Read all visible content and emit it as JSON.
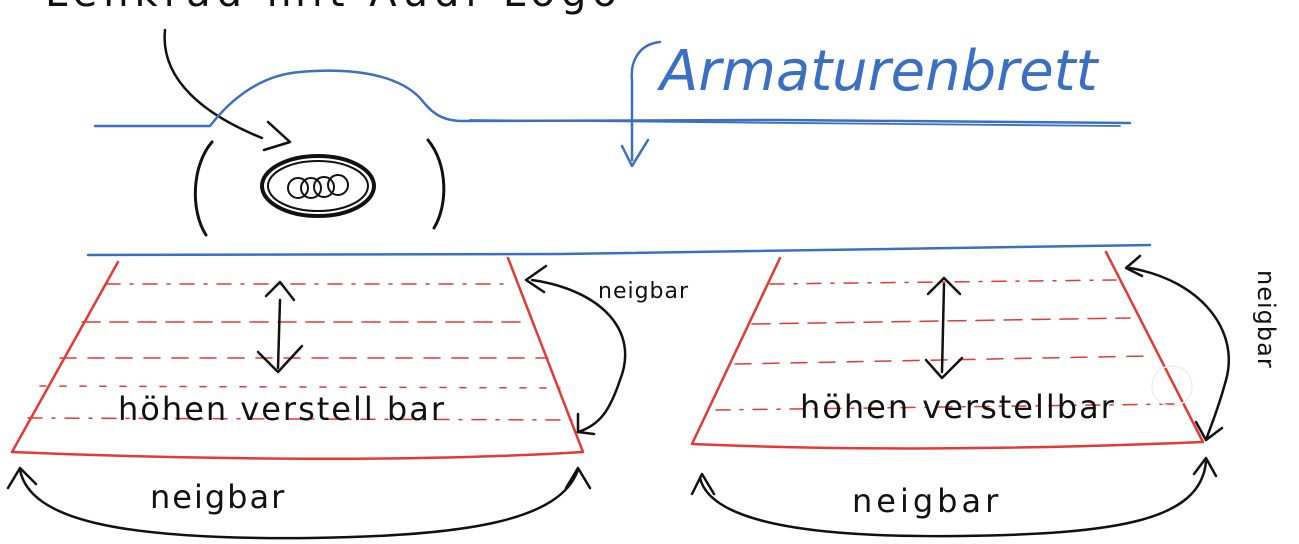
{
  "colors": {
    "ink": "#111111",
    "blue": "#3a6fc4",
    "red": "#e53935",
    "background": "#ffffff"
  },
  "labels": {
    "top_partial": "Lenkrad mit Audi-Logo",
    "dashboard": "Armaturenbrett",
    "height_left": "höhen verstell bar",
    "height_right": "höhen verstellbar",
    "tilt_left_bottom": "neigbar",
    "tilt_left_side": "neigbar",
    "tilt_right_bottom": "neigbar",
    "tilt_right_side": "neigbar"
  }
}
